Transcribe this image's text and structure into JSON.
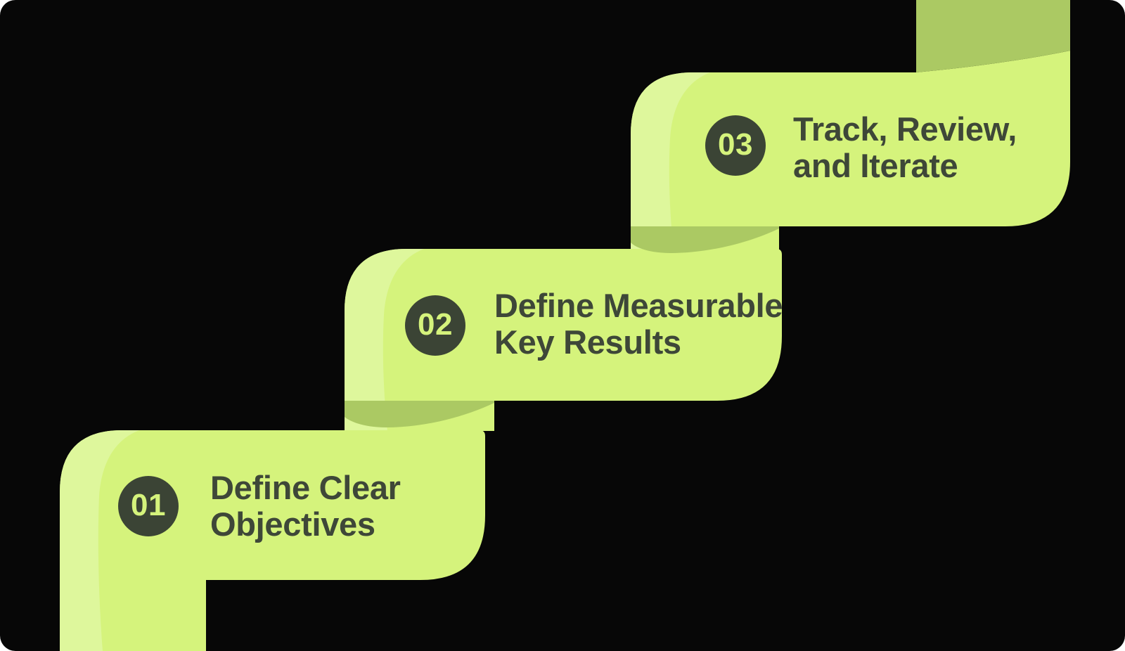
{
  "palette": {
    "canvas": "#070707",
    "ribbon": "#d5f37c",
    "ribbon_highlight": "#def79c",
    "ribbon_fold": "#abc963",
    "badge_fill": "#3b4435",
    "badge_number_color": "#d5f37c",
    "title_color": "#3e4738"
  },
  "steps": [
    {
      "number": "01",
      "line1": "Define Clear",
      "line2": "Objectives"
    },
    {
      "number": "02",
      "line1": "Define Measurable",
      "line2": "Key Results"
    },
    {
      "number": "03",
      "line1": "Track, Review,",
      "line2": "and Iterate"
    }
  ]
}
